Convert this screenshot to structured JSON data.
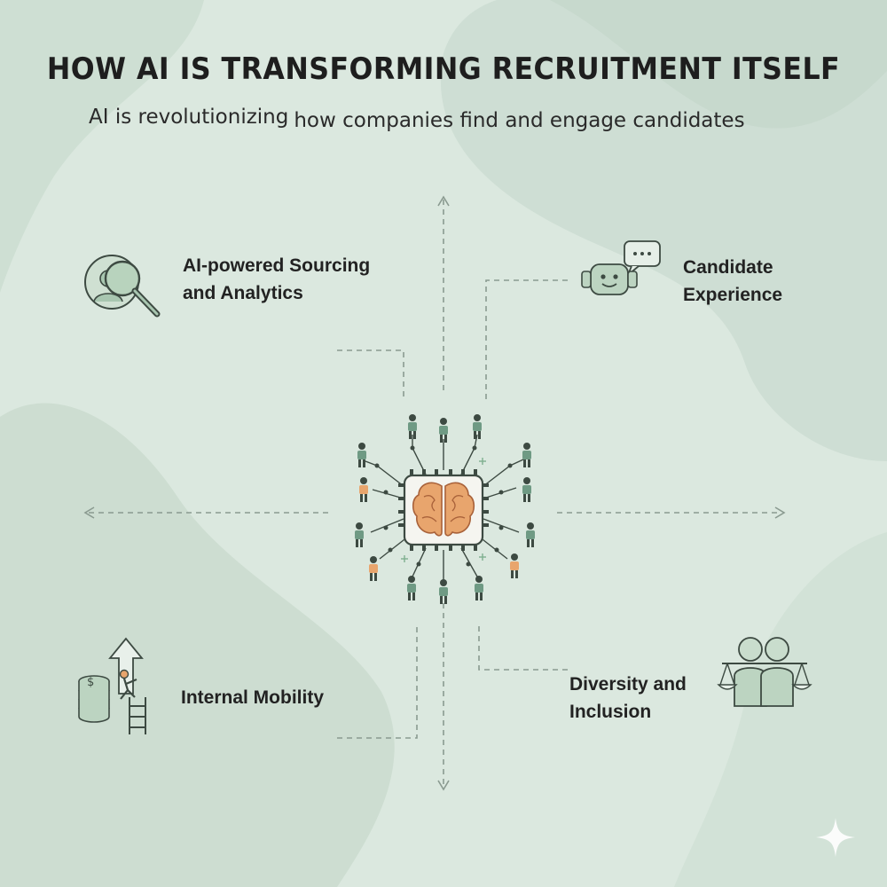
{
  "title": "HOW AI IS TRANSFORMING RECRUITMENT ITSELF",
  "subtitle_part1": "AI is revolutionizing",
  "subtitle_part2": "how companies find and engage candidates",
  "quadrants": {
    "top_left": {
      "line1": "AI-powered Sourcing",
      "line2": "and Analytics",
      "icon": "magnifier-icon"
    },
    "top_right": {
      "line1": "Candidate",
      "line2": "Experience",
      "icon": "chatbot-icon"
    },
    "bottom_left": {
      "line1": "Internal Mobility",
      "icon": "career-ladder-icon"
    },
    "bottom_right": {
      "line1": "Diversity and",
      "line2": "Inclusion",
      "icon": "balance-scale-icon"
    }
  },
  "center": {
    "icon": "ai-brain-chip-icon"
  },
  "colors": {
    "background": "#dbe8df",
    "accent_green": "#5f8a70",
    "brain_orange": "#e8a56d",
    "text": "#222222"
  }
}
